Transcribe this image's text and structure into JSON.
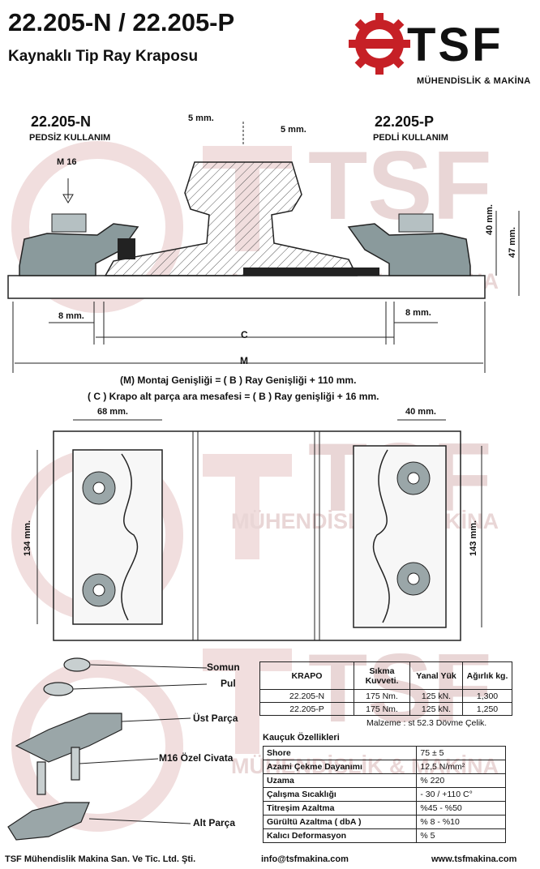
{
  "header": {
    "title": "22.205-N / 22.205-P",
    "subtitle": "Kaynaklı Tip Ray Kraposu"
  },
  "logo": {
    "text": "TSF",
    "tagline": "MÜHENDİSLİK & MAKİNA",
    "color": "#c62026"
  },
  "watermark": {
    "letters": "TSF",
    "text": "MÜHENDİSLİK & MAKİNA"
  },
  "cross_section": {
    "left_model": "22.205-N",
    "left_usage": "PEDSİZ KULLANIM",
    "right_model": "22.205-P",
    "right_usage": "PEDLİ  KULLANIM",
    "bolt_label": "M 16",
    "gap_left": "5 mm.",
    "gap_right": "5 mm.",
    "height_inner": "40 mm.",
    "height_outer": "47 mm.",
    "edge_left": "8 mm.",
    "edge_right": "8 mm.",
    "dim_c": "C",
    "dim_m": "M"
  },
  "formulas": {
    "line1": "(M) Montaj Genişliği = ( B ) Ray Genişliği + 110 mm.",
    "line2": "( C ) Krapo alt parça  ara mesafesi =  ( B ) Ray genişliği + 16 mm."
  },
  "top_view": {
    "width_left": "68 mm.",
    "width_right": "40 mm.",
    "length_left": "134 mm.",
    "length_right": "143 mm."
  },
  "exploded": {
    "labels": [
      "Somun",
      "Pul",
      "Üst Parça",
      "M16 Özel Civata",
      "Alt Parça"
    ]
  },
  "krapo_table": {
    "headers": [
      "KRAPO",
      "Sıkma Kuvveti.",
      "Yanal Yük",
      "Ağırlık kg."
    ],
    "rows": [
      [
        "22.205-N",
        "175 Nm.",
        "125 kN.",
        "1,300"
      ],
      [
        "22.205-P",
        "175 Nm.",
        "125 kN.",
        "1,250"
      ]
    ],
    "material": "Malzeme : st 52.3 Dövme Çelik."
  },
  "rubber": {
    "title": "Kauçuk Özellikleri",
    "rows": [
      {
        "name": "Shore",
        "value": "75 ± 5"
      },
      {
        "name": "Azami Çekme Dayanımı",
        "value": "12,5 N/mm²"
      },
      {
        "name": "Uzama",
        "value": "% 220"
      },
      {
        "name": "Çalışma Sıcaklığı",
        "value": "- 30 / +110 C°"
      },
      {
        "name": "Titreşim Azaltma",
        "value": "%45 - %50"
      },
      {
        "name": "Gürültü Azaltma ( dbA )",
        "value": "% 8 -  %10"
      },
      {
        "name": "Kalıcı Deformasyon",
        "value": "% 5"
      }
    ]
  },
  "footer": {
    "company": "TSF  Mühendislik  Makina  San.  Ve  Tic.  Ltd.  Şti.",
    "email": "info@tsfmakina.com",
    "web": "www.tsfmakina.com"
  }
}
